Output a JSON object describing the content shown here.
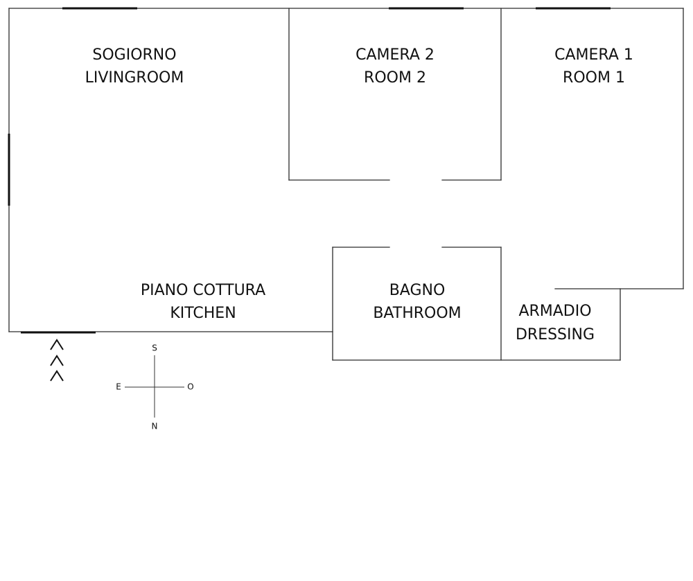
{
  "rooms": {
    "living": {
      "it": "SOGIORNO",
      "en": "LIVINGROOM"
    },
    "room2": {
      "it": "CAMERA 2",
      "en": "ROOM 2"
    },
    "room1": {
      "it": "CAMERA 1",
      "en": "ROOM 1"
    },
    "kitchen": {
      "it": "PIANO COTTURA",
      "en": "KITCHEN"
    },
    "bathroom": {
      "it": "BAGNO",
      "en": "BATHROOM"
    },
    "dressing": {
      "it": "ARMADIO",
      "en": "DRESSING"
    }
  },
  "compass": {
    "top": "S",
    "bottom": "N",
    "left": "E",
    "right": "O"
  }
}
